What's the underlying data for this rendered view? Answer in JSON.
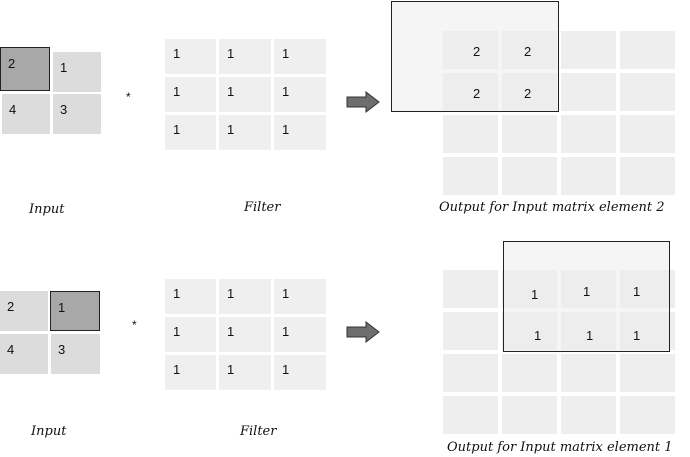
{
  "panels": [
    {
      "input": {
        "values": [
          [
            "2",
            "1"
          ],
          [
            "4",
            "3"
          ]
        ],
        "highlighted": "0,0"
      },
      "operator": "*",
      "filter": [
        [
          "1",
          "1",
          "1"
        ],
        [
          "1",
          "1",
          "1"
        ],
        [
          "1",
          "1",
          "1"
        ]
      ],
      "output_window_values": [
        [
          "2",
          "2"
        ],
        [
          "2",
          "2"
        ]
      ],
      "captions": {
        "input": "Input",
        "filter": "Filter",
        "output": "Output for Input matrix element 2"
      }
    },
    {
      "input": {
        "values": [
          [
            "2",
            "1"
          ],
          [
            "4",
            "3"
          ]
        ],
        "highlighted": "0,1"
      },
      "operator": "*",
      "filter": [
        [
          "1",
          "1",
          "1"
        ],
        [
          "1",
          "1",
          "1"
        ],
        [
          "1",
          "1",
          "1"
        ]
      ],
      "output_window_values": [
        [
          "1",
          "1",
          "1"
        ],
        [
          "1",
          "1",
          "1"
        ]
      ],
      "captions": {
        "input": "Input",
        "filter": "Filter",
        "output": "Output for Input matrix element 1"
      }
    }
  ],
  "colors": {
    "input_cell": "#dcdcdc",
    "input_highlight": "#a8a8a8",
    "filter_cell": "#efefef",
    "output_cell": "#eeeeee",
    "arrow": "#6e6e6e"
  }
}
